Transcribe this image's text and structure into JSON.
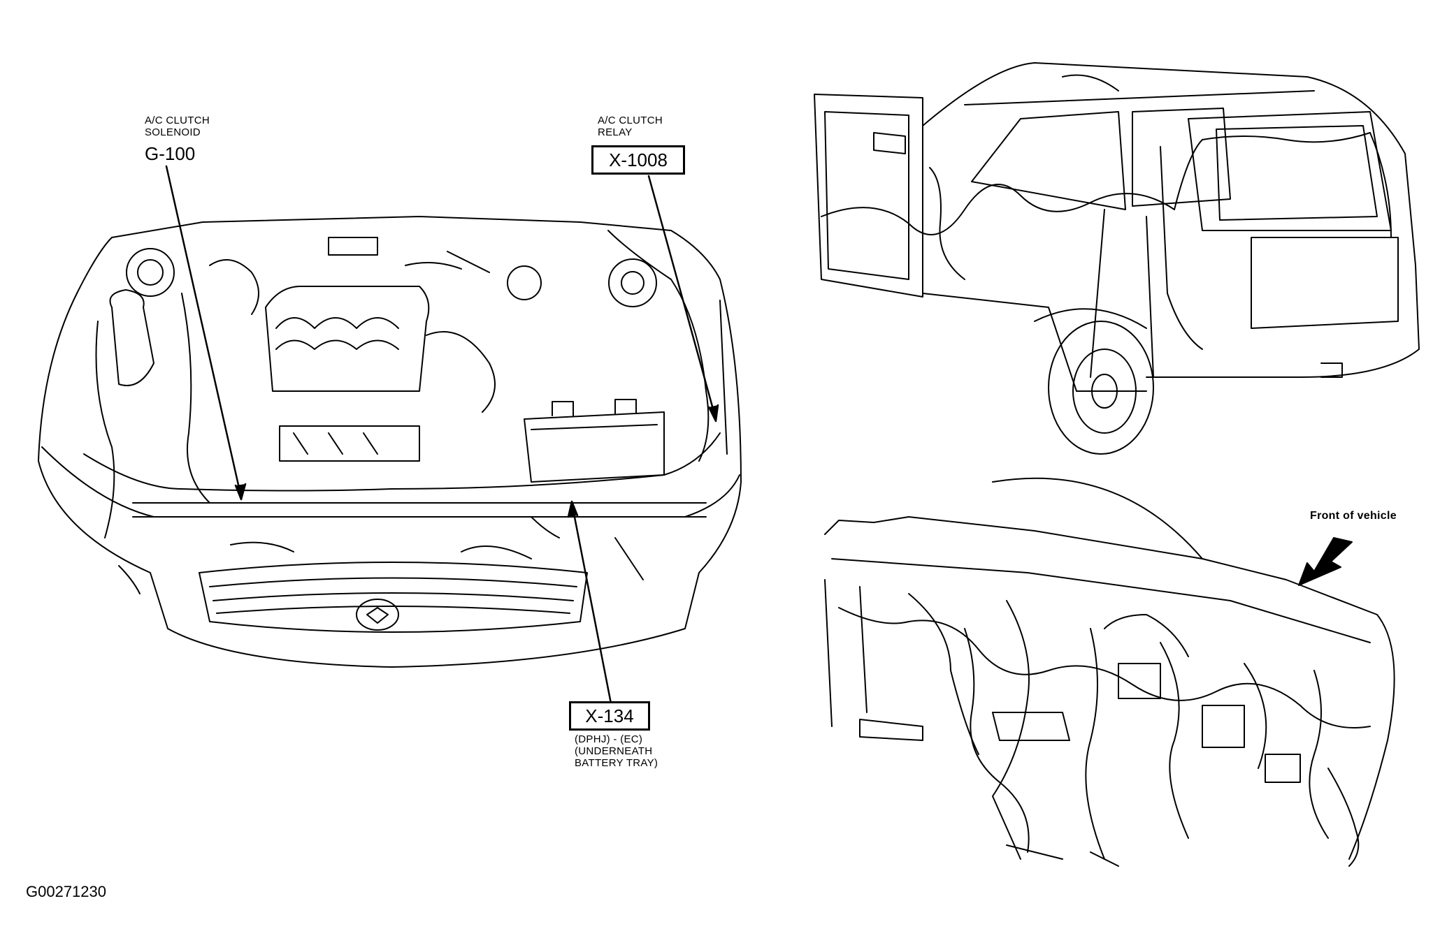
{
  "callouts": {
    "ac_clutch_solenoid": {
      "label": "A/C CLUTCH\nSOLENOID",
      "code": "G-100"
    },
    "ac_clutch_relay": {
      "label": "A/C CLUTCH\nRELAY",
      "code": "X-1008"
    },
    "x134": {
      "code": "X-134",
      "note": "(DPHJ) - (EC)\n(UNDERNEATH\nBATTERY TRAY)"
    }
  },
  "front_of_vehicle": "Front of vehicle",
  "figure_id": "G00271230"
}
